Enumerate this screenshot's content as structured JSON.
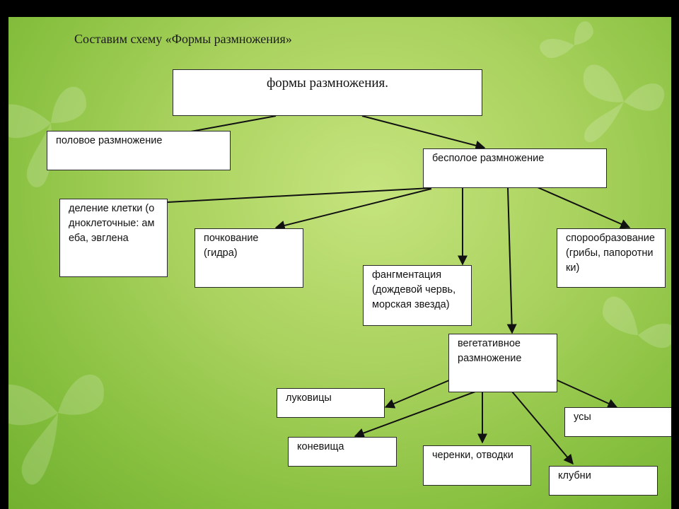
{
  "title": "Составим схему «Формы размножения»",
  "root": "формы размножения.",
  "sexual": "половое размножение",
  "asexual": "бесполое размножение",
  "asexual_children": {
    "division": "деление клетки (одноклеточные: амеба, эвглена",
    "budding": "почкование (гидра)",
    "fragmentation": "фангментация (дождевой червь, морская звезда)",
    "sporulation": "спорообразование (грибы, папоротники)",
    "vegetative": "вегетативное размножение"
  },
  "vegetative_children": {
    "bulbs": "луковицы",
    "rhizomes": "коневища",
    "cuttings": "черенки, отводки",
    "tendrils": "усы",
    "tubers": "клубни"
  },
  "colors": {
    "background": "#9fcc52",
    "box": "#ffffff",
    "line": "#111111"
  }
}
